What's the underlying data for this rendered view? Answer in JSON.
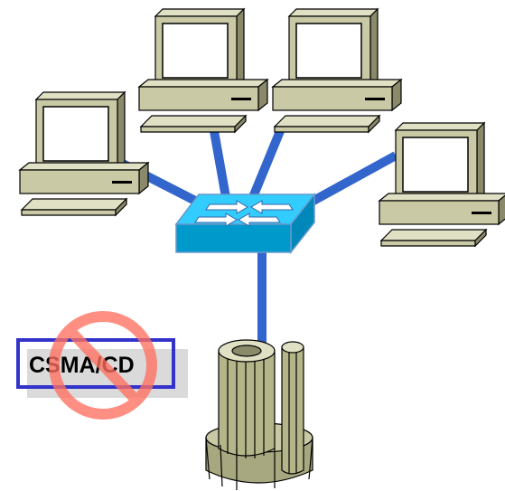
{
  "diagram": {
    "label": "CSMA/CD",
    "nodes": [
      {
        "id": "pc-1",
        "kind": "computer"
      },
      {
        "id": "pc-2",
        "kind": "computer"
      },
      {
        "id": "pc-3",
        "kind": "computer"
      },
      {
        "id": "pc-4",
        "kind": "computer"
      },
      {
        "id": "switch",
        "kind": "switch"
      },
      {
        "id": "server",
        "kind": "server"
      }
    ],
    "links": [
      {
        "from": "pc-1",
        "to": "switch"
      },
      {
        "from": "pc-2",
        "to": "switch"
      },
      {
        "from": "pc-3",
        "to": "switch"
      },
      {
        "from": "pc-4",
        "to": "switch"
      },
      {
        "from": "switch",
        "to": "server"
      }
    ],
    "colors": {
      "link": "#3366cc",
      "switch_top": "#33ccff",
      "switch_side": "#0099cc",
      "computer": "#c9c9a6",
      "computer_dark": "#8a8a6a",
      "server": "#b5b58a",
      "no_sign": "#ff7060",
      "label_border": "#3333cc"
    }
  }
}
